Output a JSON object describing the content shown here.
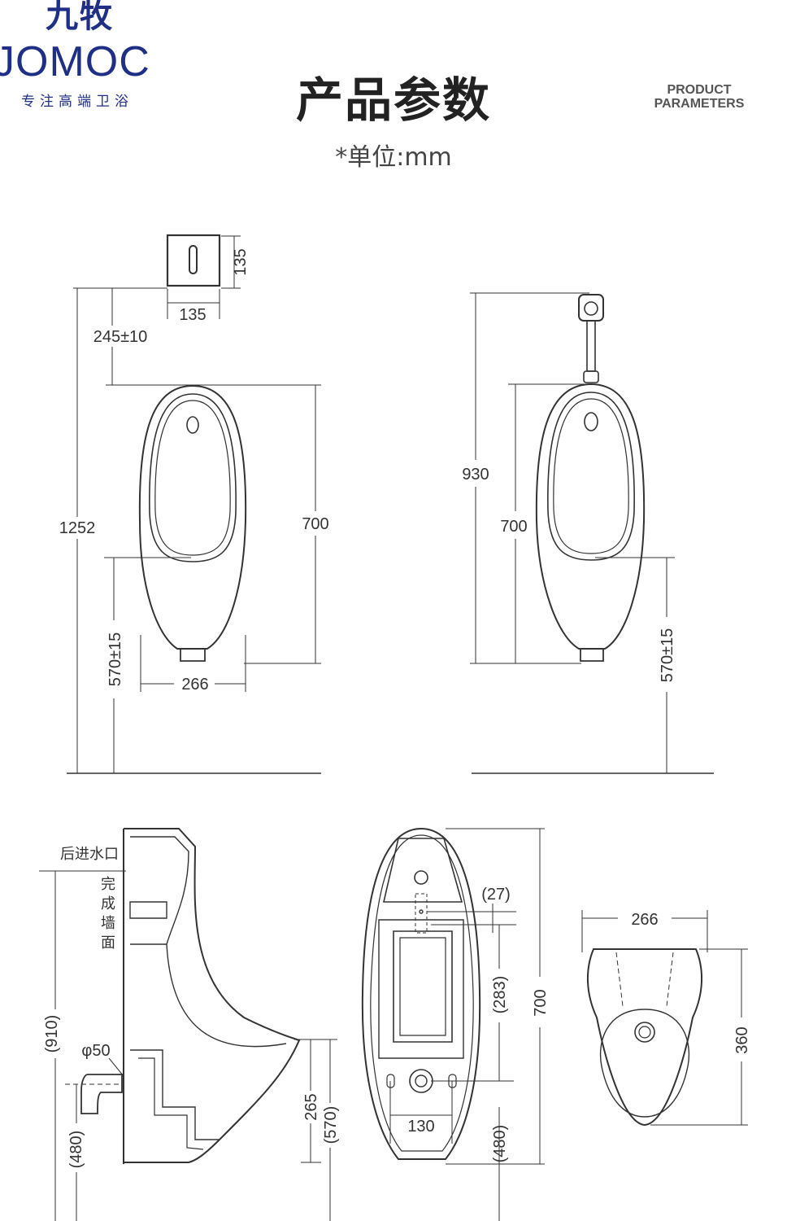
{
  "logo": {
    "cn": "九牧",
    "en": "JOMOC",
    "slogan": "专注高端卫浴"
  },
  "header": {
    "title": "产品参数",
    "title_en_line1": "PRODUCT",
    "title_en_line2": "PARAMETERS",
    "unit_note": "*单位:mm"
  },
  "colors": {
    "brand": "#1f2f86",
    "line": "#333333"
  },
  "front_sensor_view": {
    "sensor_height": "135",
    "sensor_width": "135",
    "sensor_to_top": "245±10",
    "total_height": "1252",
    "body_height": "700",
    "rim_height": "570±15",
    "width": "266"
  },
  "front_flush_valve_view": {
    "total_height": "930",
    "body_height": "700",
    "rim_height": "570±15"
  },
  "side_view": {
    "label_inlet": "后进水口",
    "label_wall": [
      "完",
      "成",
      "墙",
      "面"
    ],
    "inlet_height": "(910)",
    "pipe_diameter": "φ50",
    "outlet_height": "(480)",
    "rim_depth": "265",
    "rim_height": "(570)"
  },
  "front_detail_view": {
    "offset_top": "(27)",
    "inner_height": "(283)",
    "total_height": "700",
    "outlet_height": "(480)",
    "outlet_spacing": "130"
  },
  "top_view": {
    "width": "266",
    "depth": "360"
  }
}
